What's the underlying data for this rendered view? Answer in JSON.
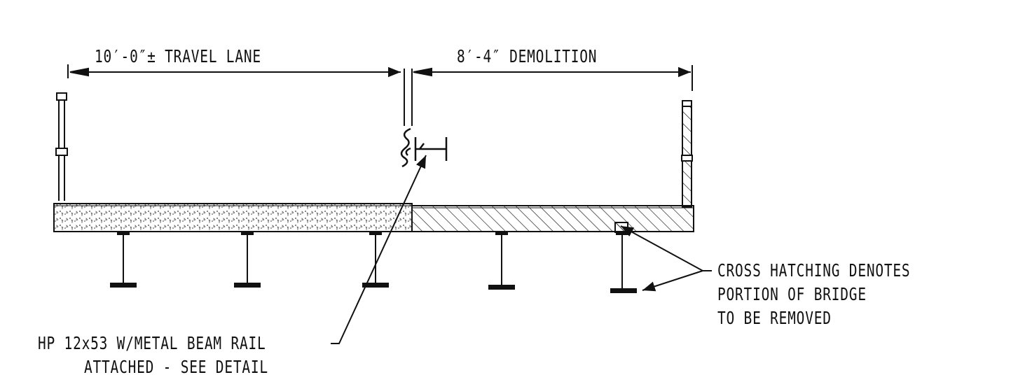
{
  "dimensions": {
    "travel_lane": "10′-0″±  TRAVEL LANE",
    "demolition": "8′-4″ DEMOLITION"
  },
  "notes": {
    "hp_rail_line1": "HP 12x53 W/METAL BEAM RAIL",
    "hp_rail_line2": "ATTACHED - SEE DETAIL",
    "cross_hatch_line1": "CROSS HATCHING DENOTES",
    "cross_hatch_line2": "PORTION OF BRIDGE",
    "cross_hatch_line3": "TO BE REMOVED"
  },
  "colors": {
    "ink": "#111111",
    "background": "#ffffff"
  }
}
